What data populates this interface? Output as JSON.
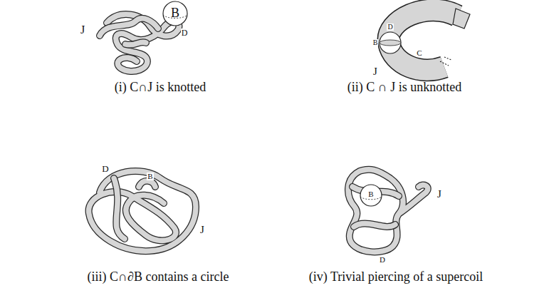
{
  "diagram": {
    "labels": [
      "J",
      "B",
      "D",
      "(i) C∩J is knotted",
      "B",
      "D",
      "C",
      "J",
      "(ii) C ∩ J is unknotted",
      "D",
      "B",
      "J",
      "(iii) C∩∂B contains a circle",
      "B",
      "J",
      "D",
      "(iv) Trivial piercing of a supercoil"
    ]
  }
}
